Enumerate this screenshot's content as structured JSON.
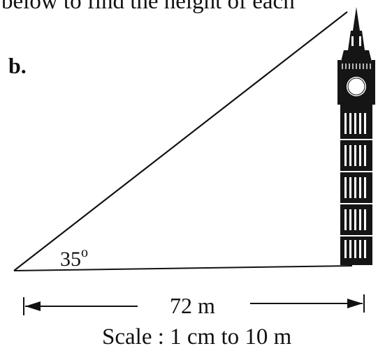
{
  "header": {
    "text": "below to find the height of each"
  },
  "diagram": {
    "part_label": "b.",
    "angle_label": "35",
    "angle_unit": "o",
    "length_label": "72 m",
    "scale_label": "Scale : 1 cm to 10 m",
    "tower_icon": "clock-tower-icon",
    "line_color": "#111111"
  }
}
